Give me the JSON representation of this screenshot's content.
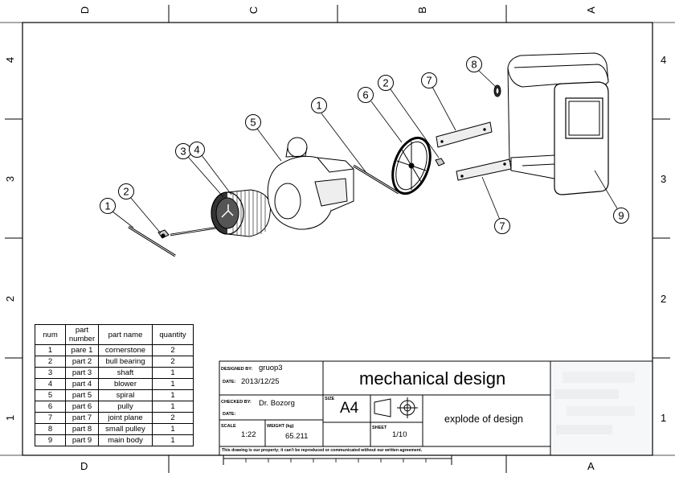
{
  "zones": {
    "top": [
      "D",
      "C",
      "B",
      "A"
    ],
    "bottom": [
      "D",
      "A"
    ],
    "left": [
      "4",
      "3",
      "2",
      "1"
    ],
    "right": [
      "4",
      "3",
      "2",
      "1"
    ]
  },
  "callouts": [
    "1",
    "2",
    "3",
    "4",
    "5",
    "1",
    "6",
    "2",
    "7",
    "8",
    "7",
    "9"
  ],
  "bom": {
    "headers": {
      "num": "num",
      "part_number": "part number",
      "part_name": "part name",
      "quantity": "quantity"
    },
    "rows": [
      {
        "num": "1",
        "part_number": "pare 1",
        "part_name": "cornerstone",
        "quantity": "2"
      },
      {
        "num": "2",
        "part_number": "part 2",
        "part_name": "bull bearing",
        "quantity": "2"
      },
      {
        "num": "3",
        "part_number": "part 3",
        "part_name": "shaft",
        "quantity": "1"
      },
      {
        "num": "4",
        "part_number": "part 4",
        "part_name": "blower",
        "quantity": "1"
      },
      {
        "num": "5",
        "part_number": "part 5",
        "part_name": "spiral",
        "quantity": "1"
      },
      {
        "num": "6",
        "part_number": "part 6",
        "part_name": "pully",
        "quantity": "1"
      },
      {
        "num": "7",
        "part_number": "part 7",
        "part_name": "joint plane",
        "quantity": "2"
      },
      {
        "num": "8",
        "part_number": "part 8",
        "part_name": "small pulley",
        "quantity": "1"
      },
      {
        "num": "9",
        "part_number": "part 9",
        "part_name": "main body",
        "quantity": "1"
      }
    ]
  },
  "title_block": {
    "designed_by_label": "DESIGNED BY:",
    "designed_by": "gruop3",
    "date_label": "DATE:",
    "date": "2013/12/25",
    "checked_by_label": "CHECKED BY:",
    "checked_by": "Dr. Bozorg",
    "date2_label": "DATE:",
    "scale_label": "SCALE",
    "scale": "1:22",
    "weight_label": "WEIGHT (kg)",
    "weight": "65.211",
    "size_label": "SIZE",
    "size": "A4",
    "sheet_label": "SHEET",
    "sheet": "1/10",
    "title": "mechanical design",
    "subtitle": "explode of design",
    "disclaimer": "This drawing is our property; it can't be reproduced or communicated without our written agreement."
  }
}
